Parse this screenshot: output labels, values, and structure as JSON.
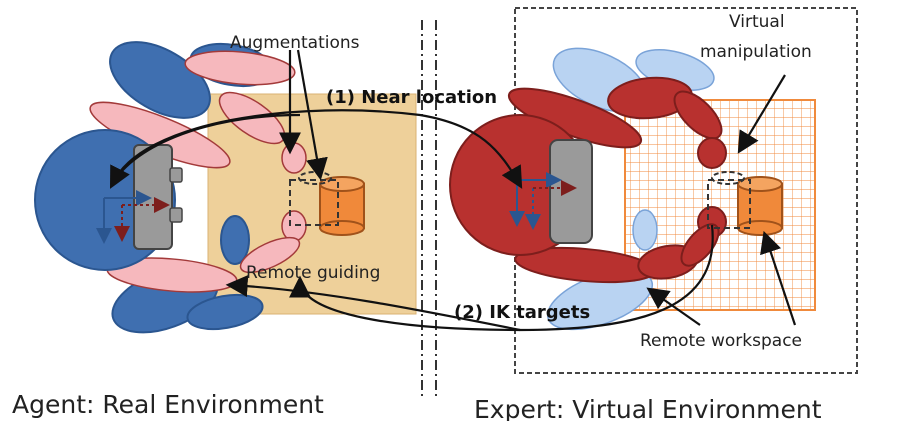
{
  "labels": {
    "augmentations": "Augmentations",
    "near_location": "(1) Near location",
    "remote_guiding": "Remote guiding",
    "ik_targets": "(2) IK targets",
    "virtual_manipulation_line1": "Virtual",
    "virtual_manipulation_line2": "manipulation",
    "remote_workspace": "Remote workspace",
    "agent_caption": "Agent: Real Environment",
    "expert_caption": "Expert: Virtual Environment"
  },
  "colors": {
    "agent_body": "#3f6fb0",
    "agent_outline": "#2b5690",
    "augmentation_fill": "#f6b8bd",
    "expert_body": "#b8312f",
    "expert_outline": "#7d1e1c",
    "expert_ghost": "#b9d3f2",
    "real_table": "#eed09a",
    "virtual_grid": "#f08a3c",
    "object": "#f0893a",
    "gripper": "#9a9a9a"
  }
}
